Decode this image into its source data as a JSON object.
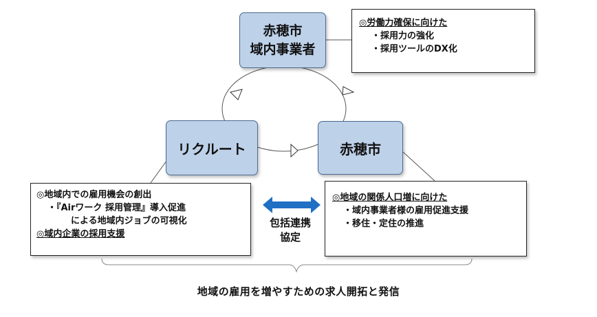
{
  "nodes": {
    "ako_business": {
      "line1": "赤穂市",
      "line2": "域内事業者"
    },
    "recruit": {
      "label": "リクルート"
    },
    "ako_city": {
      "label": "赤穂市"
    }
  },
  "boxes": {
    "business_goals": {
      "heading": "◎労働力確保に向けた",
      "items": [
        "・採用力の強化",
        "・採用ツールのDX化"
      ]
    },
    "recruit_goals": {
      "heading1": "◎地域内での雇用機会の創出",
      "item1": "・『Airワーク 採用管理』導入促進",
      "item1_cont": "による地域内ジョブの可視化",
      "heading2": "◎域内企業の採用支援"
    },
    "city_goals": {
      "heading": "◎地域の関係人口増に向けた",
      "items": [
        "・域内事業者様の雇用促進支援",
        "・移住・定住の推進"
      ]
    }
  },
  "partnership": {
    "line1": "包括連携",
    "line2": "協定"
  },
  "footer": {
    "text": "地域の雇用を増やすための求人開拓と発信"
  },
  "colors": {
    "node_fill": "#bdd1e9",
    "node_border": "#4a6a8f",
    "arrow": "#1f6fc5",
    "line": "#555555"
  }
}
